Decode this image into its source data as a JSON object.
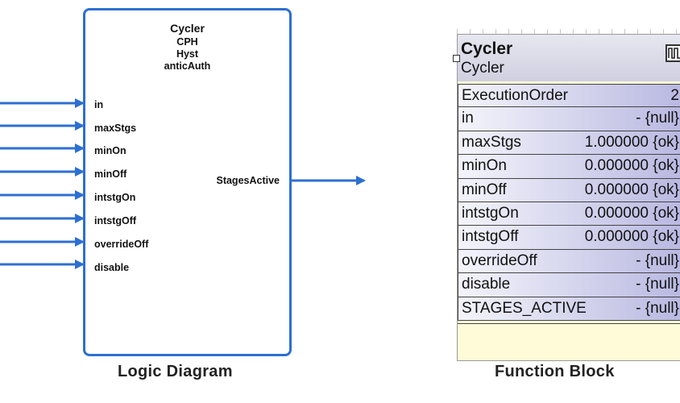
{
  "logic_diagram": {
    "block_title": "Cycler",
    "block_lines": [
      "CPH",
      "Hyst",
      "anticAuth"
    ],
    "inputs": [
      "in",
      "maxStgs",
      "minOn",
      "minOff",
      "intstgOn",
      "intstgOff",
      "overrideOff",
      "disable"
    ],
    "output": "StagesActive",
    "caption": "Logic Diagram",
    "line_color": "#2d6fd1"
  },
  "function_block": {
    "title": "Cycler",
    "subtitle": "Cycler",
    "icon": "pulse-wave-icon",
    "rows": [
      {
        "name": "ExecutionOrder",
        "value": "2"
      },
      {
        "name": "in",
        "value": "- {null}"
      },
      {
        "name": "maxStgs",
        "value": "1.000000 {ok}"
      },
      {
        "name": "minOn",
        "value": "0.000000 {ok}"
      },
      {
        "name": "minOff",
        "value": "0.000000 {ok}"
      },
      {
        "name": "intstgOn",
        "value": "0.000000 {ok}"
      },
      {
        "name": "intstgOff",
        "value": "0.000000 {ok}"
      },
      {
        "name": "overrideOff",
        "value": "- {null}"
      },
      {
        "name": "disable",
        "value": "- {null}"
      },
      {
        "name": "STAGES_ACTIVE",
        "value": "- {null}"
      }
    ],
    "caption": "Function Block"
  }
}
